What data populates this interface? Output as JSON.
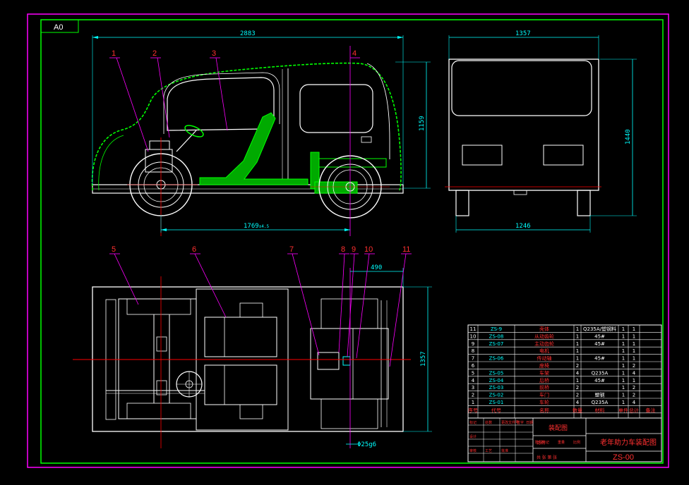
{
  "sheet": {
    "size_label": "A0",
    "colors": {
      "background": "#000000",
      "outer_frame": "#ff00ff",
      "inner_frame": "#00ff00",
      "outline": "#ffffff",
      "body_shell": "#00ff00",
      "dimension": "#00ffff",
      "center_line": "#ff0000",
      "balloon_text": "#ff3030"
    }
  },
  "dimensions": {
    "side_length": "2883",
    "side_height": "1159",
    "wheelbase": "1769",
    "wheelbase_tol": "±4.5",
    "front_width": "1357",
    "front_height": "1440",
    "front_track": "1246",
    "plan_offset": "490",
    "plan_width": "1357",
    "shaft_fit": "Φ25g6"
  },
  "balloons": [
    "1",
    "2",
    "3",
    "4",
    "5",
    "6",
    "7",
    "8",
    "9",
    "10",
    "11"
  ],
  "bom": {
    "rows": [
      {
        "no": "11",
        "code": "ZS-9",
        "name": "壳体",
        "qty": "1",
        "material": "Q235A/塑钢料",
        "unit_w": "1",
        "total_w": "1",
        "note": ""
      },
      {
        "no": "10",
        "code": "ZS-08",
        "name": "从动齿轮",
        "qty": "1",
        "material": "45#",
        "unit_w": "1",
        "total_w": "1",
        "note": ""
      },
      {
        "no": "9",
        "code": "ZS-07",
        "name": "主动齿轮",
        "qty": "1",
        "material": "45#",
        "unit_w": "1",
        "total_w": "1",
        "note": ""
      },
      {
        "no": "8",
        "code": "",
        "name": "电机",
        "qty": "1",
        "material": "",
        "unit_w": "1",
        "total_w": "1",
        "note": ""
      },
      {
        "no": "7",
        "code": "ZS-06",
        "name": "传动轴",
        "qty": "1",
        "material": "45#",
        "unit_w": "1",
        "total_w": "1",
        "note": ""
      },
      {
        "no": "6",
        "code": "",
        "name": "座椅",
        "qty": "2",
        "material": "",
        "unit_w": "1",
        "total_w": "2",
        "note": ""
      },
      {
        "no": "5",
        "code": "ZS-05",
        "name": "车架",
        "qty": "4",
        "material": "Q235A",
        "unit_w": "1",
        "total_w": "4",
        "note": ""
      },
      {
        "no": "4",
        "code": "ZS-04",
        "name": "后桥",
        "qty": "1",
        "material": "45#",
        "unit_w": "1",
        "total_w": "1",
        "note": ""
      },
      {
        "no": "3",
        "code": "ZS-03",
        "name": "前桥",
        "qty": "2",
        "material": "",
        "unit_w": "1",
        "total_w": "2",
        "note": ""
      },
      {
        "no": "2",
        "code": "ZS-02",
        "name": "车门",
        "qty": "2",
        "material": "塑钢",
        "unit_w": "1",
        "total_w": "2",
        "note": ""
      },
      {
        "no": "1",
        "code": "ZS-01",
        "name": "车轮",
        "qty": "4",
        "material": "Q235A",
        "unit_w": "1",
        "total_w": "4",
        "note": ""
      }
    ],
    "header": {
      "no": "序号",
      "code": "代号",
      "name": "名称",
      "qty": "数量",
      "material": "材料",
      "unit_w": "单件",
      "total_w": "总计",
      "note": "备注"
    }
  },
  "title_block": {
    "drawing_kind": "装配图",
    "title": "老年助力车装配图",
    "drawing_no": "ZS-00",
    "scale_label": "比例",
    "sheet_label": "共 张 第 张",
    "small_labels": [
      "标记",
      "处数",
      "更改文件号",
      "签字",
      "日期",
      "设计",
      "审核",
      "工艺",
      "批准",
      "阶段标记",
      "重量",
      "比例"
    ]
  }
}
